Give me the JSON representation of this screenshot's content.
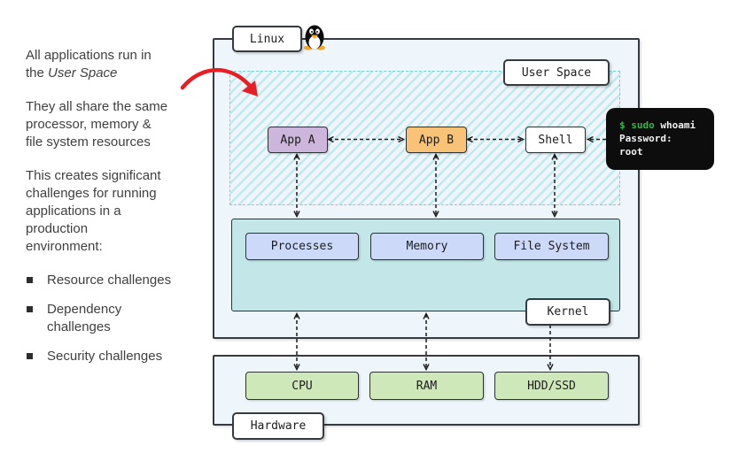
{
  "left_panel": {
    "para1_pre": "All applications run in\nthe ",
    "para1_italic": "User Space",
    "para2": "They all share the same\nprocessor, memory &\nfile system resources",
    "para3": "This creates significant\nchallenges for running\napplications in a\nproduction\nenvironment:",
    "bullets": [
      "Resource challenges",
      "Dependency\nchallenges",
      "Security challenges"
    ]
  },
  "diagram": {
    "layers": {
      "linux": "Linux",
      "user_space": "User Space",
      "kernel": "Kernel",
      "hardware": "Hardware"
    },
    "apps": {
      "app_a": "App A",
      "app_b": "App B",
      "shell": "Shell"
    },
    "kernel_subsystems": [
      "Processes",
      "Memory",
      "File System"
    ],
    "hardware_components": [
      "CPU",
      "RAM",
      "HDD/SSD"
    ],
    "terminal": {
      "prompt": "$ sudo",
      "command": " whoami",
      "line2": "Password:",
      "line3": "root"
    },
    "icons": {
      "tux": "tux-penguin-icon",
      "red_arrow": "red-annotation-arrow-icon",
      "bullet": "square-bullet-icon"
    }
  },
  "colors": {
    "layer_fill": "#eef6fc",
    "user_space_hatch": "#7fd3d3",
    "kernel_region_fill": "#c3e7e9",
    "kernel_subsystem_fill": "#ccd9f8",
    "hardware_component_fill": "#cfe8ba",
    "app_a_fill": "#ccb6dc",
    "app_b_fill": "#f8c377",
    "shell_fill": "#ffffff",
    "terminal_bg": "#0d0d0d",
    "terminal_green": "#3bb54a",
    "annotation_red": "#e81e25"
  }
}
